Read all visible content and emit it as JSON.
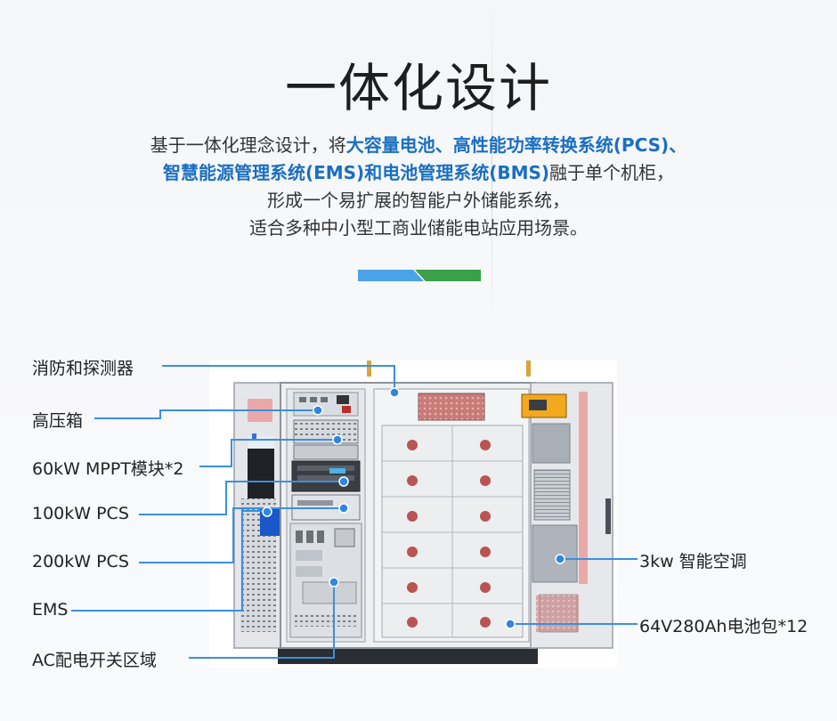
{
  "title": "一体化设计",
  "intro": {
    "line1": [
      {
        "text": "基于一体化理念设计，将",
        "hl": false
      },
      {
        "text": "大容量电池、高性能功率转换系统(PCS)、",
        "hl": true
      }
    ],
    "line2": [
      {
        "text": "智慧能源管理系统(EMS)和电池管理系统(BMS)",
        "hl": true
      },
      {
        "text": "融于单个机柜，",
        "hl": false
      }
    ],
    "line3": [
      {
        "text": "形成一个易扩展的智能户外储能系统，",
        "hl": false
      }
    ],
    "line4": [
      {
        "text": "适合多种中小型工商业储能电站应用场景。",
        "hl": false
      }
    ]
  },
  "colors": {
    "highlight": "#1a6fc1",
    "accent_blue": "#4aa3e8",
    "accent_green": "#3aa14a",
    "leader_line": "#3b8fe0"
  },
  "labels": {
    "fire": "消防和探测器",
    "hv_box": "高压箱",
    "mppt": "60kW MPPT模块*2",
    "pcs100": "100kW PCS",
    "pcs200": "200kW PCS",
    "ems": "EMS",
    "ac": "AC配电开关区域",
    "aircon": "3kw 智能空调",
    "battery": "64V280Ah电池包*12"
  }
}
